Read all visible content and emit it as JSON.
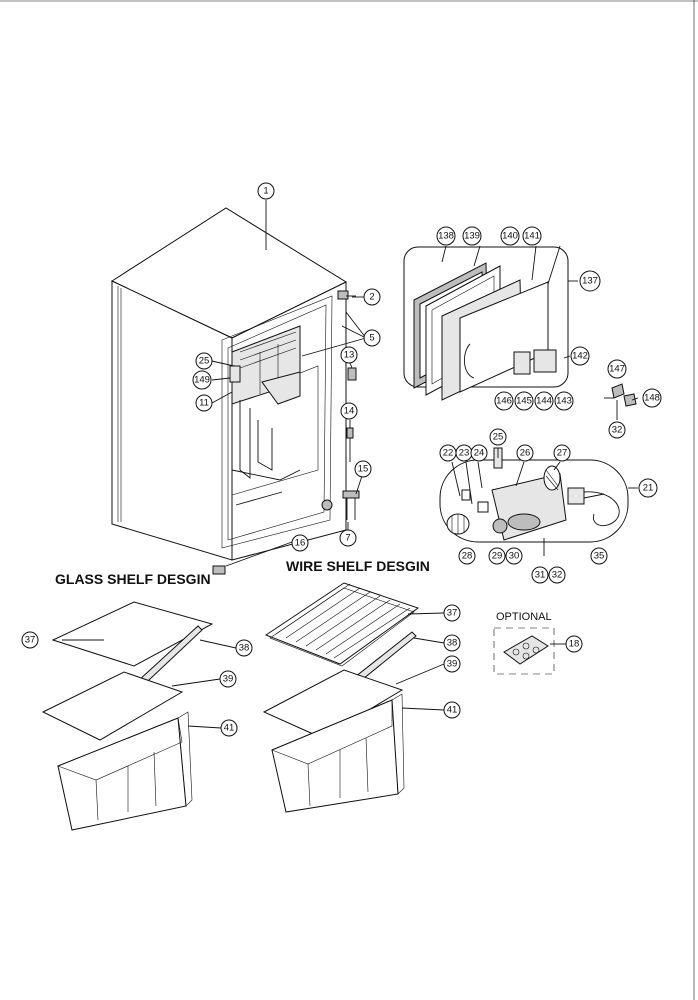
{
  "titles": {
    "glass_shelf": "GLASS SHELF DESGIN",
    "wire_shelf": "WIRE SHELF DESGIN",
    "optional": "OPTIONAL"
  },
  "callouts": {
    "c1": "1",
    "c2": "2",
    "c5": "5",
    "c25a": "25",
    "c149": "149",
    "c11": "11",
    "c13": "13",
    "c14": "14",
    "c15": "15",
    "c7": "7",
    "c16": "16",
    "c138": "138",
    "c139": "139",
    "c140": "140",
    "c141": "141",
    "c137": "137",
    "c142": "142",
    "c146": "146",
    "c145": "145",
    "c144": "144",
    "c143": "143",
    "c147": "147",
    "c148": "148",
    "c32a": "32",
    "c22": "22",
    "c23": "23",
    "c24": "24",
    "c25b": "25",
    "c26": "26",
    "c27": "27",
    "c21": "21",
    "c28": "28",
    "c29": "29",
    "c30": "30",
    "c31": "31",
    "c32b": "32",
    "c35": "35",
    "g37": "37",
    "g38": "38",
    "g39": "39",
    "g41": "41",
    "w37": "37",
    "w38": "38",
    "w39": "39",
    "w41": "41",
    "o18": "18"
  }
}
